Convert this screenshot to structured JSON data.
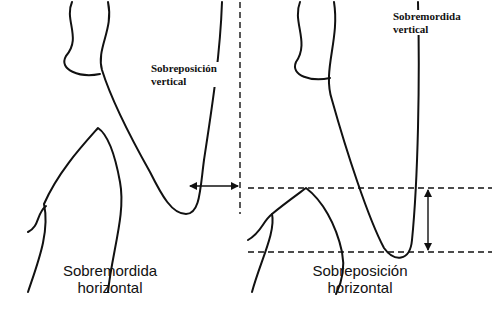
{
  "diagram": {
    "labels": [
      "Sobreposición vertical",
      "Sobremordida vertical",
      "Sobremordida horizontal",
      "Sobreposición horizontal"
    ]
  }
}
